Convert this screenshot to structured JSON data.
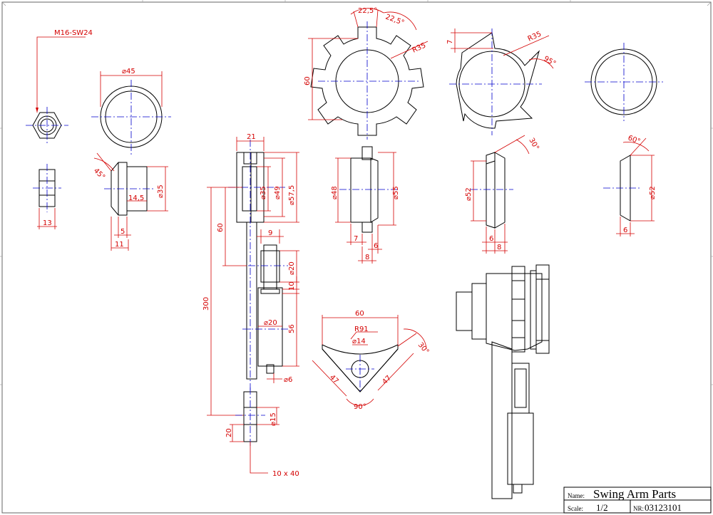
{
  "title_block": {
    "name_label": "Name:",
    "name_value": "Swing Arm Parts",
    "scale_label": "Scale:",
    "scale_value": "1/2",
    "nr_label": "NR:",
    "nr_value": "03123101"
  },
  "callouts": {
    "nut": "M16-SW24",
    "bolt": "10 x 40"
  },
  "dimensions": {
    "d45": "⌀45",
    "d35": "⌀35",
    "ang45": "45°",
    "l13": "13",
    "l14_5": "14,5",
    "l5": "5",
    "l11": "11",
    "l21": "21",
    "d35b": "⌀35",
    "d49": "⌀49",
    "d57_5": "⌀57,5",
    "l9": "9",
    "d20a": "⌀20",
    "l10": "10",
    "d20b": "⌀20",
    "l56": "56",
    "d6": "⌀6",
    "l60a": "60",
    "l300": "300",
    "d15": "⌀15",
    "l20": "20",
    "a22_5a": "22,5°",
    "a22_5b": "22,5°",
    "r35a": "R35",
    "l60b": "60",
    "d48": "⌀48",
    "d55": "⌀55",
    "l7a": "7",
    "l6a": "6",
    "l8a": "8",
    "l7b": "7",
    "r35b": "R35",
    "a95": "95°",
    "a30a": "30°",
    "d52a": "⌀52",
    "l6b": "6",
    "l8b": "8",
    "a60": "60°",
    "d52b": "⌀52",
    "l6c": "6",
    "l60c": "60",
    "r91": "R91",
    "d14": "⌀14",
    "a30b": "30°",
    "l47a": "47",
    "l47b": "47",
    "a90": "90°"
  }
}
